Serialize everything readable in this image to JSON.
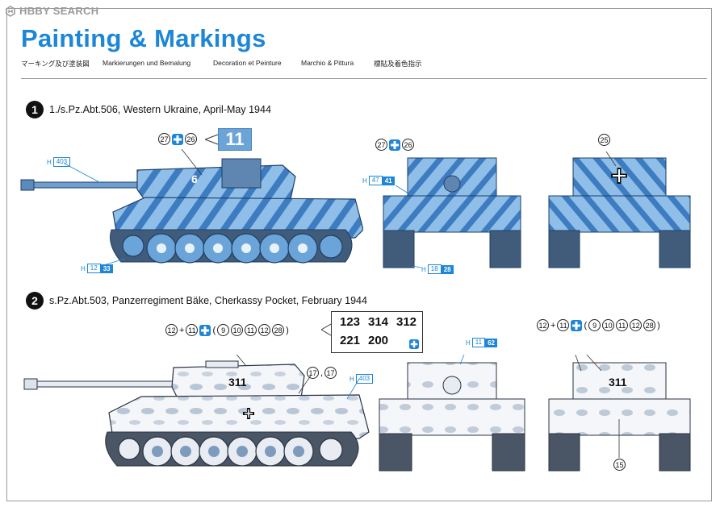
{
  "watermark": {
    "prefix": "H",
    "suffix": "BBY SEARCH"
  },
  "page": {
    "title": "Painting & Markings",
    "languages": [
      "マーキング及び塗装図",
      "Markierungen und Bemalung",
      "Decoration et Peinture",
      "Marchio & Pittura",
      "標貼及着色指示"
    ]
  },
  "schemes": [
    {
      "number": "1",
      "label": "1./s.Pz.Abt.506, Western Ukraine, April-May 1944",
      "side_refs": [
        "27",
        "26"
      ],
      "turret_decal": "11",
      "turret_number": "6",
      "front_refs": [
        "27",
        "26"
      ],
      "rear_ref": "25",
      "codes": {
        "gun": {
          "h": "H",
          "code": "403"
        },
        "side_lower": {
          "h": "H",
          "code1": "12",
          "code2": "33"
        },
        "front": {
          "h": "H",
          "code1": "47",
          "code2": "41"
        },
        "front_lower": {
          "h": "H",
          "code1": "18",
          "code2": "28"
        }
      },
      "colors": {
        "base": "#8fbfe8",
        "stripe": "#2f6fb5",
        "dark": "#1e3f66"
      }
    },
    {
      "number": "2",
      "label": "s.Pz.Abt.503, Panzerregiment Bäke, Cherkassy Pocket,  February 1944",
      "side_refs": {
        "a": "12",
        "b": "11",
        "options": [
          "9",
          "10",
          "11",
          "12",
          "28"
        ],
        "plus": "+"
      },
      "side_ref_17": [
        "17",
        "17"
      ],
      "rear_refs": {
        "a": "12",
        "b": "11",
        "options": [
          "9",
          "10",
          "11",
          "12",
          "28"
        ],
        "plus": "+"
      },
      "rear_bottom_ref": "15",
      "turret_number": "311",
      "rear_turret_number": "311",
      "plate_numbers": [
        "123",
        "314",
        "312",
        "221",
        "200"
      ],
      "codes": {
        "rear_hull": {
          "h": "H",
          "code": "403"
        },
        "front": {
          "h": "H",
          "code1": "11",
          "code2": "62"
        }
      },
      "colors": {
        "base": "#f4f6fa",
        "camo": "#b9c6d6",
        "dark": "#2a3340"
      }
    }
  ],
  "colors": {
    "accent": "#1d86d6",
    "text": "#111111"
  }
}
